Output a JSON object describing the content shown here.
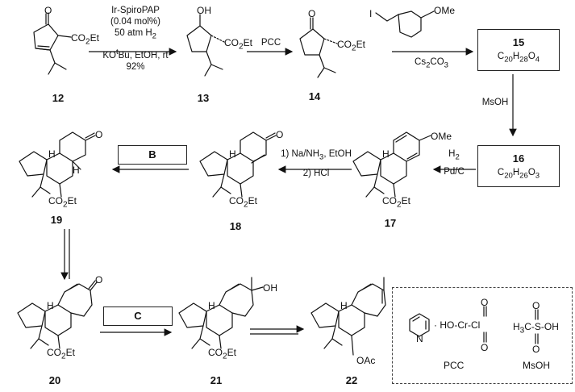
{
  "compounds": {
    "c12": "12",
    "c13": "13",
    "c14": "14",
    "c19": "19",
    "c18": "18",
    "c17": "17",
    "c20": "20",
    "c21": "21",
    "c22": "22"
  },
  "boxes": {
    "b15": {
      "number": "15",
      "formula": "C20H28O4"
    },
    "b16": {
      "number": "16",
      "formula": "C20H26O3"
    },
    "B": "B",
    "C": "C"
  },
  "conditions": {
    "step1": [
      "Ir-SpiroPAP",
      "(0.04 mol%)",
      "50 atm H2",
      "KOtBu, EtOH, rt",
      "92%"
    ],
    "step2": "PCC",
    "step3_reagent": "Cs2CO3",
    "step4": "MsOH",
    "step5": [
      "H2",
      "Pd/C"
    ],
    "step6": [
      "1) Na/NH3, EtOH",
      "2) HCl"
    ]
  },
  "labels": {
    "co2et": "CO2Et",
    "ome": "OMe",
    "oh": "OH",
    "oac": "OAc",
    "h": "H",
    "o": "O",
    "i": "I"
  },
  "legend": {
    "pcc_name": "PCC",
    "msoh_name": "MsOH",
    "pcc_formula": "· HO-Cr-Cl",
    "msoh_formula": "H3C-S-OH"
  }
}
